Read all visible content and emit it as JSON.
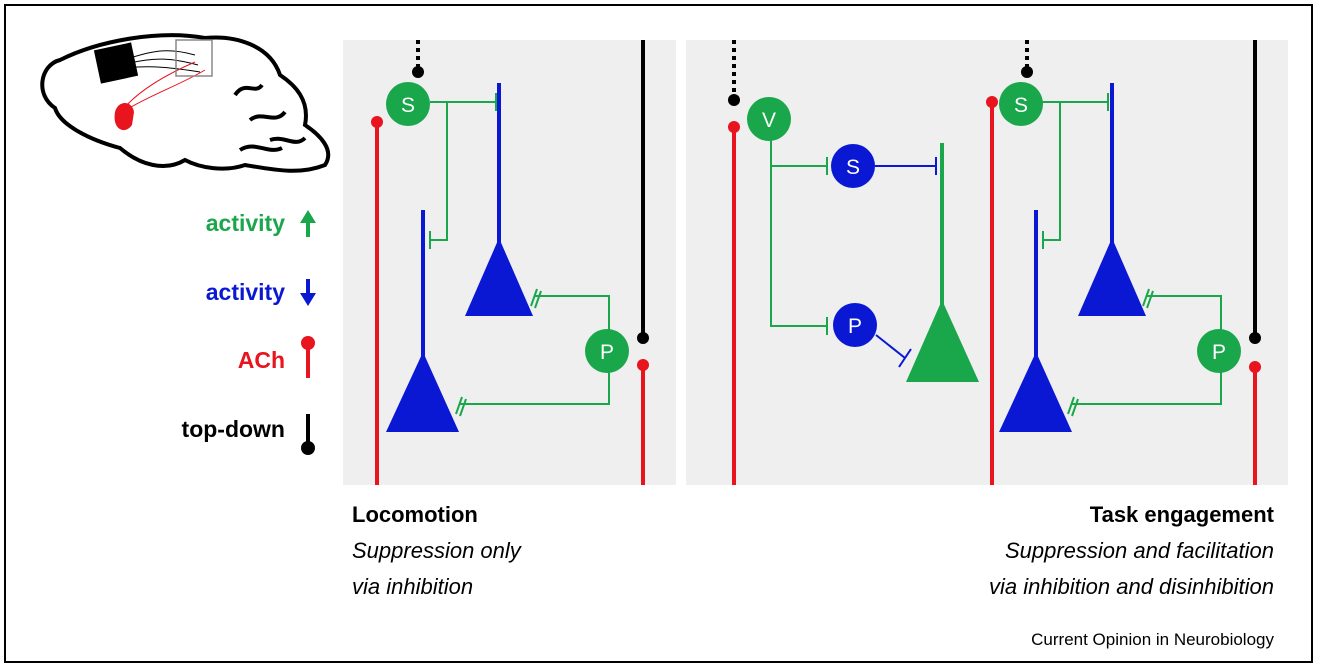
{
  "legend": {
    "activity_up": "activity",
    "activity_down": "activity",
    "ach": "ACh",
    "top_down": "top-down"
  },
  "neurons": {
    "s_label": "S",
    "p_label": "P",
    "v_label": "V"
  },
  "captions": {
    "left_title": "Locomotion",
    "left_sub_1": "Suppression only",
    "left_sub_2": "via inhibition",
    "right_title": "Task engagement",
    "right_sub_1": "Suppression and facilitation",
    "right_sub_2": "via inhibition and disinhibition"
  },
  "footer": "Current Opinion in Neurobiology",
  "colors": {
    "increase": "#1aa64a",
    "decrease": "#0a18d4",
    "ach": "#e8141e",
    "top_down": "#000000",
    "panel": "#efefef"
  }
}
